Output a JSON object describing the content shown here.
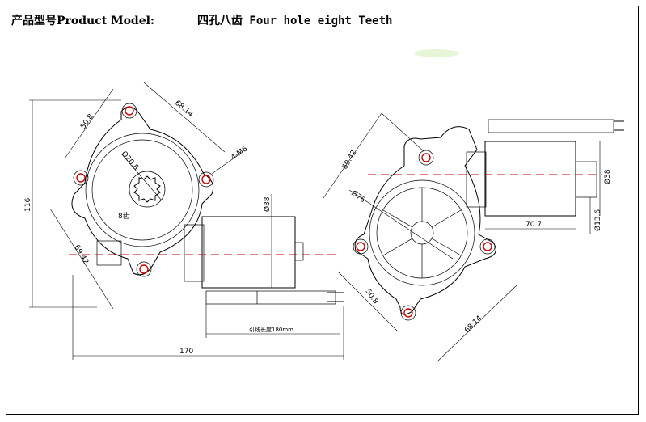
{
  "header": {
    "label": "产品型号Product Model:",
    "value": "四孔八齿 Four hole eight Teeth"
  },
  "left_view": {
    "dim_width_top": "68.14",
    "dim_pitch_top": "50.8",
    "dim_bore": "Ø20.8",
    "dim_screw": "4-M6",
    "dim_motor": "Ø38",
    "dim_height": "116",
    "dim_diag": "69.42",
    "teeth_label": "8齿",
    "lead_length": "引线长度180mm",
    "dim_total": "170"
  },
  "right_view": {
    "dim_diag": "69.42",
    "dim_wheel": "Ø76",
    "dim_motor": "Ø38",
    "dim_shaft": "Ø13.6",
    "dim_length": "70.7",
    "dim_pitch": "50.8",
    "dim_width": "68.14"
  }
}
